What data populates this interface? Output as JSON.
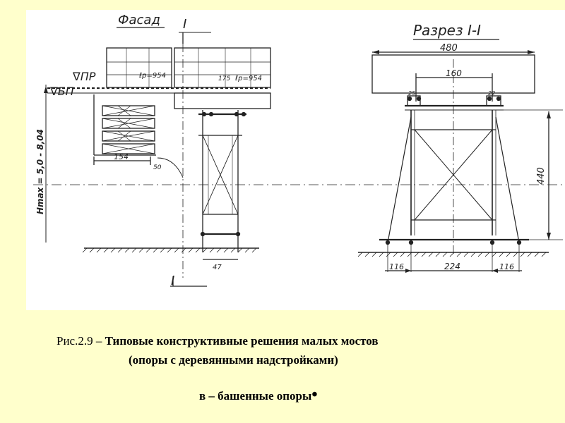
{
  "drawing": {
    "facade_title": "Фасад",
    "section_title": "Разрез I-I",
    "section_mark": "I",
    "level_pr": "∇ПР",
    "level_bp": "∇БП",
    "ep_left": "ℓр=954",
    "ep_right": "ℓр=954",
    "dim_175": "175",
    "dim_154": "154",
    "note_50": "50",
    "vertical_note": "Hmax = 5,0 - 8,04",
    "dim_47": "47",
    "dim_480": "480",
    "dim_160": "160",
    "dim_440": "440",
    "dim_116_left": "116",
    "dim_224": "224",
    "dim_116_right": "116",
    "dim_25_left": "25",
    "dim_22_right": "22"
  },
  "caption": {
    "prefix": "Рис.2.9 – ",
    "line1": "Типовые конструктивные решения малых мостов",
    "line2": "(опоры с деревянными надстройками)",
    "line3": "в – башенные опоры",
    "dot": "•"
  }
}
